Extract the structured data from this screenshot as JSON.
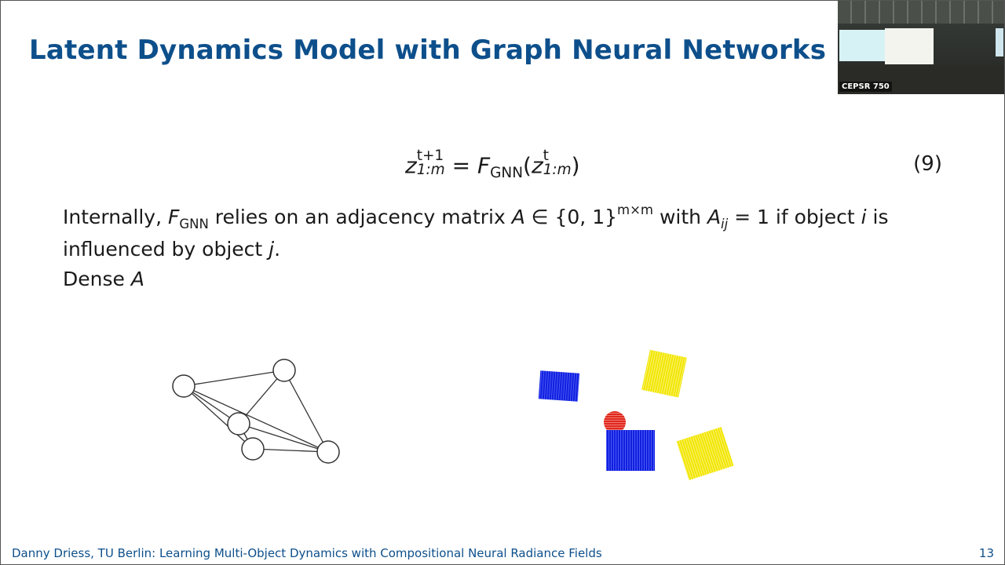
{
  "slide": {
    "title": "Latent Dynamics Model with Graph Neural Networks",
    "equation": {
      "lhs_var": "z",
      "lhs_sup": "t+1",
      "lhs_sub": "1:m",
      "equals": "=",
      "func": "F",
      "func_sub": "GNN",
      "arg_open": "(",
      "arg_var": "z",
      "arg_sup": "t",
      "arg_sub": "1:m",
      "arg_close": ")",
      "number": "(9)"
    },
    "body": {
      "p1_a": "Internally, ",
      "p1_func": "F",
      "p1_func_sub": "GNN",
      "p1_b": " relies on an adjacency matrix ",
      "p1_A": "A",
      "p1_c": " ∈ {0, 1}",
      "p1_sup": "m×m",
      "p1_d": " with ",
      "p1_Aij": "A",
      "p1_ij": "ij",
      "p1_e": " = 1 if object ",
      "p1_i": "i",
      "p1_f": " is",
      "p2_a": "influenced by object ",
      "p2_j": "j",
      "p2_b": ".",
      "p3_a": "Dense ",
      "p3_A": "A"
    },
    "webcam": {
      "label": "CEPSR 750"
    },
    "footer": "Danny Driess, TU Berlin: Learning Multi-Object Dynamics with Compositional Neural Radiance Fields",
    "page_number": "13"
  },
  "colors": {
    "title": "#0d4f8b",
    "blue_object": "#1020e0",
    "yellow_object": "#f2e600",
    "red_object": "#e0281e"
  }
}
